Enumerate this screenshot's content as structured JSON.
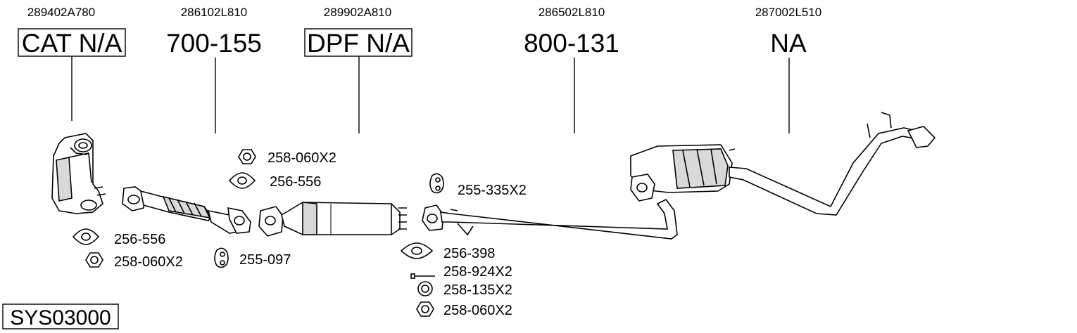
{
  "parts": [
    {
      "oem": "289402A780",
      "code": "CAT N/A",
      "boxed": true
    },
    {
      "oem": "286102L810",
      "code": "700-155",
      "boxed": false
    },
    {
      "oem": "289902A810",
      "code": "DPF N/A",
      "boxed": true
    },
    {
      "oem": "286502L810",
      "code": "800-131",
      "boxed": false
    },
    {
      "oem": "287002L510",
      "code": "NA",
      "boxed": false
    }
  ],
  "accessories": [
    {
      "label": "258-060X2",
      "icon": "nut-icon"
    },
    {
      "label": "256-556",
      "icon": "gasket-icon"
    },
    {
      "label": "256-556",
      "icon": "gasket-icon"
    },
    {
      "label": "258-060X2",
      "icon": "nut-icon"
    },
    {
      "label": "255-097",
      "icon": "rubber-mount-icon"
    },
    {
      "label": "255-335X2",
      "icon": "rubber-mount-icon"
    },
    {
      "label": "256-398",
      "icon": "gasket-icon"
    },
    {
      "label": "258-924X2",
      "icon": "bolt-icon"
    },
    {
      "label": "258-135X2",
      "icon": "washer-icon"
    },
    {
      "label": "258-060X2",
      "icon": "nut-icon"
    }
  ],
  "system_code": "SYS03000"
}
